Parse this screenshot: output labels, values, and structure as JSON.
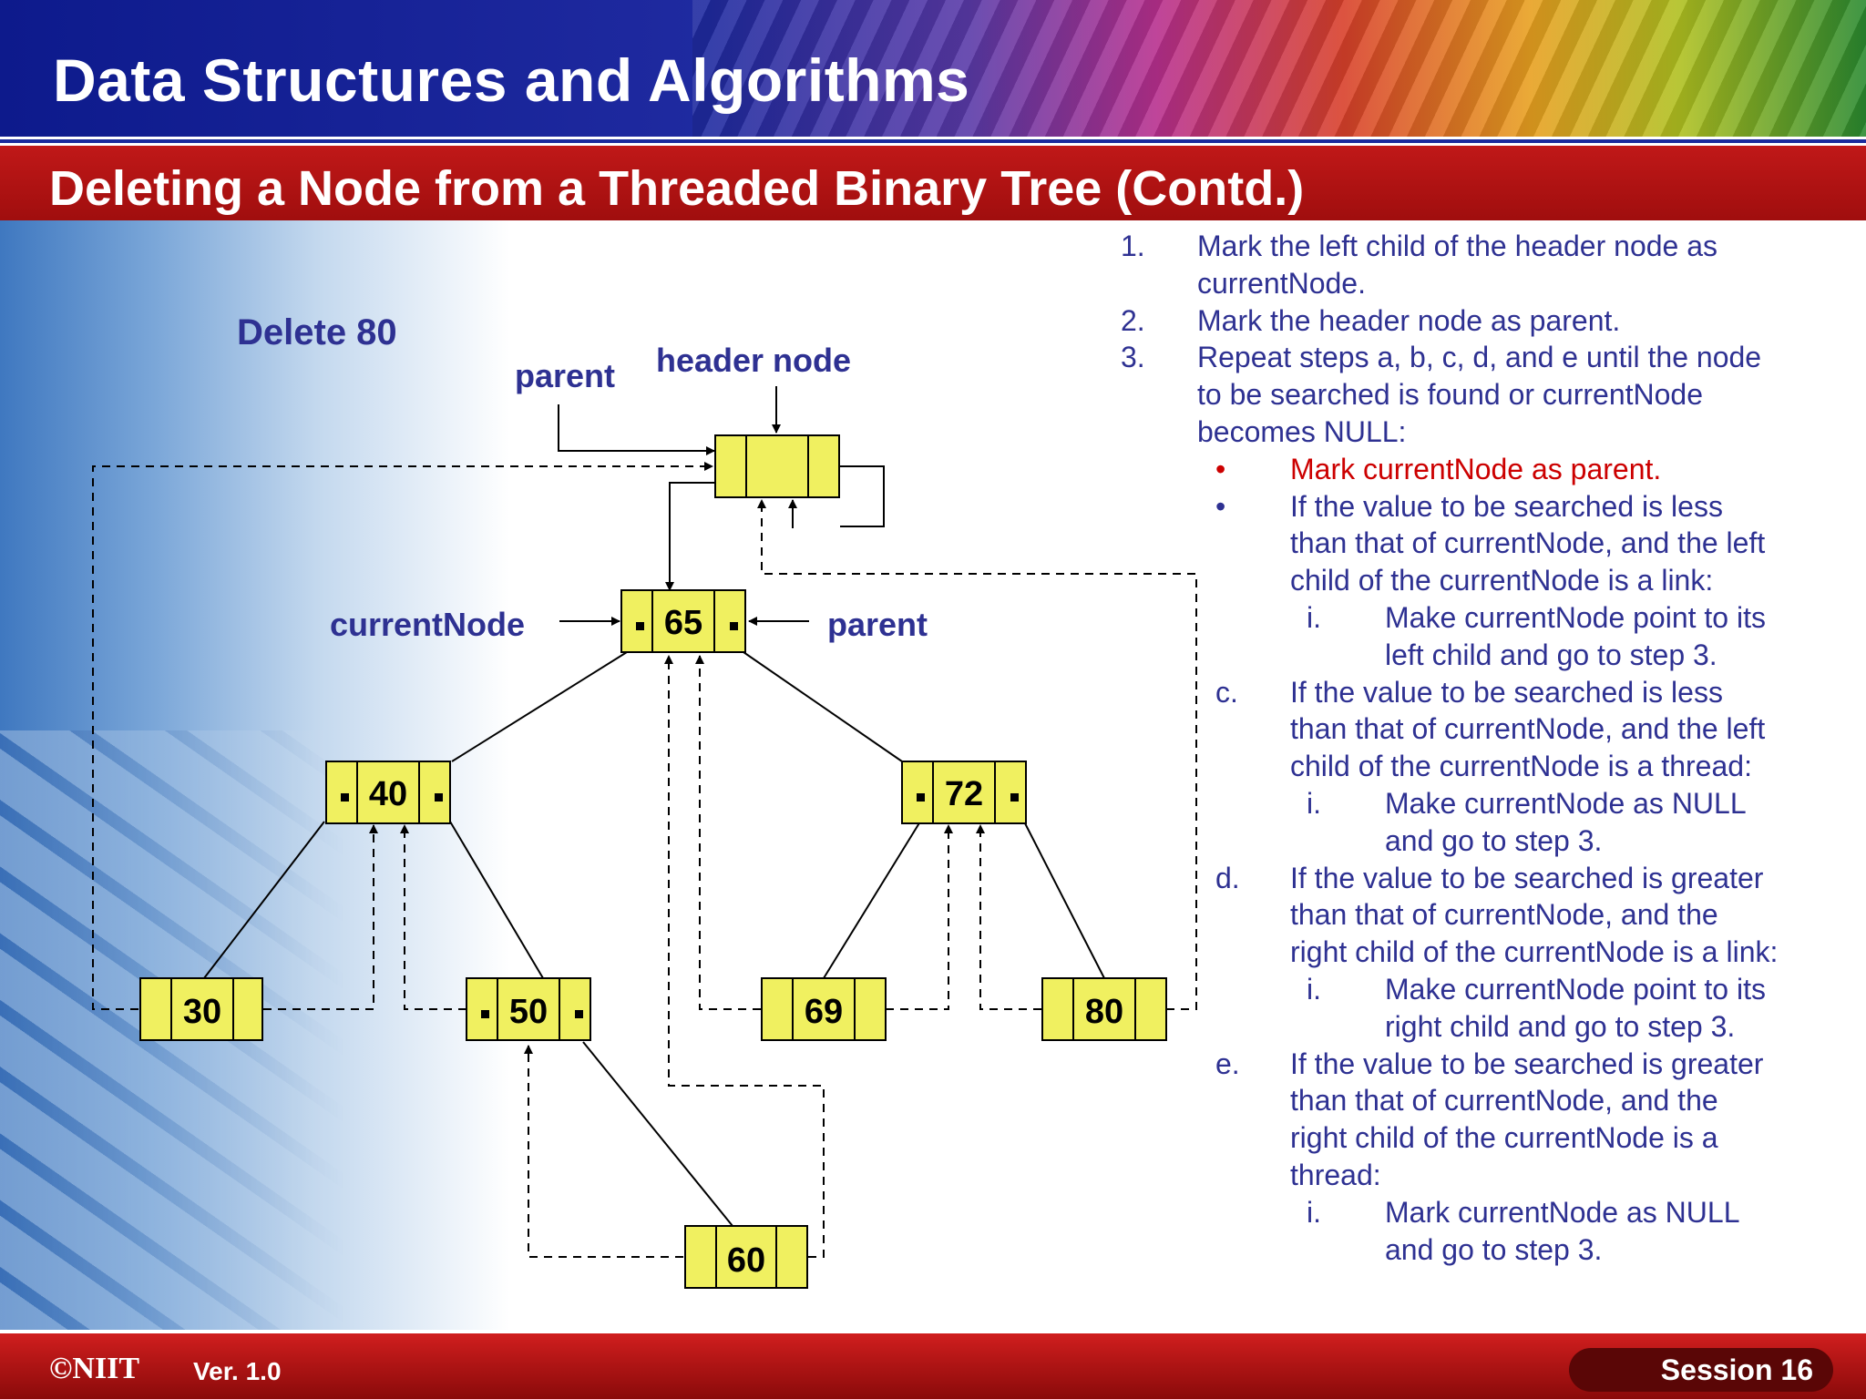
{
  "header": {
    "title": "Data Structures and Algorithms",
    "subtitle": "Deleting a Node from a Threaded Binary Tree (Contd.)"
  },
  "diagram": {
    "heading": "Delete 80",
    "labels": {
      "parent_top": "parent",
      "header_node": "header node",
      "current_node": "currentNode",
      "parent_right": "parent"
    },
    "nodes": {
      "n65": "65",
      "n40": "40",
      "n72": "72",
      "n30": "30",
      "n50": "50",
      "n69": "69",
      "n80": "80",
      "n60": "60"
    }
  },
  "steps": [
    {
      "marker": "1.",
      "lines": [
        "Mark the left child of the header node as",
        "currentNode."
      ]
    },
    {
      "marker": "2.",
      "lines": [
        "Mark the header node as parent."
      ]
    },
    {
      "marker": "3.",
      "lines": [
        "Repeat steps a, b, c, d, and e until the node",
        "to be searched is found or currentNode",
        "becomes NULL:"
      ]
    }
  ],
  "substeps": [
    {
      "marker": "•",
      "highlight": true,
      "lines": [
        "Mark currentNode as parent."
      ]
    },
    {
      "marker": "•",
      "lines": [
        "If the value to be searched is less",
        "than that of currentNode, and the left",
        "child of the currentNode is a link:"
      ],
      "sub": {
        "marker": "i.",
        "lines": [
          "Make currentNode point to its",
          "left child and go to step 3."
        ]
      }
    },
    {
      "marker": "c.",
      "lines": [
        "If the value to be searched is less",
        "than that of currentNode, and the left",
        "child of the currentNode is a thread:"
      ],
      "sub": {
        "marker": "i.",
        "lines": [
          "Make currentNode as NULL",
          "and go to step 3."
        ]
      }
    },
    {
      "marker": "d.",
      "lines": [
        "If the value to be searched is greater",
        "than that of currentNode, and the",
        "right child of the currentNode is a link:"
      ],
      "sub": {
        "marker": "i.",
        "lines": [
          "Make currentNode point to its",
          "right child and go to step 3."
        ]
      }
    },
    {
      "marker": "e.",
      "lines": [
        "If the value to be searched is greater",
        "than that of currentNode, and the",
        "right child of the currentNode is a",
        "thread:"
      ],
      "sub": {
        "marker": "i.",
        "lines": [
          "Mark currentNode as NULL",
          "and go to step 3."
        ]
      }
    }
  ],
  "footer": {
    "logo": "©NIIT",
    "version": "Ver.  1.0",
    "session": "Session 16"
  },
  "colors": {
    "node_fill": "#f0f060",
    "label_blue": "#2e3192",
    "highlight_red": "#cc0000",
    "title_red": "#b01010"
  }
}
